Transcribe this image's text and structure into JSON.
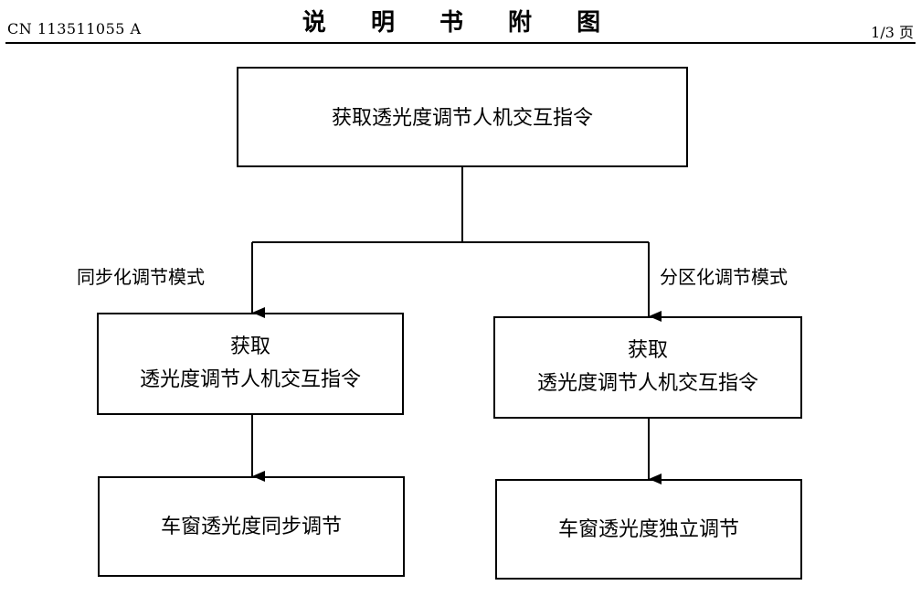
{
  "header": {
    "doc_number": "CN 113511055 A",
    "title": "说 明 书 附 图",
    "page": "1/3 页"
  },
  "flowchart": {
    "top_box": "获取透光度调节人机交互指令",
    "left_branch_label": "同步化调节模式",
    "right_branch_label": "分区化调节模式",
    "left_box_line1": "获取",
    "left_box_line2": "透光度调节人机交互指令",
    "right_box_line1": "获取",
    "right_box_line2": "透光度调节人机交互指令",
    "left_bottom_box": "车窗透光度同步调节",
    "right_bottom_box": "车窗透光度独立调节"
  }
}
